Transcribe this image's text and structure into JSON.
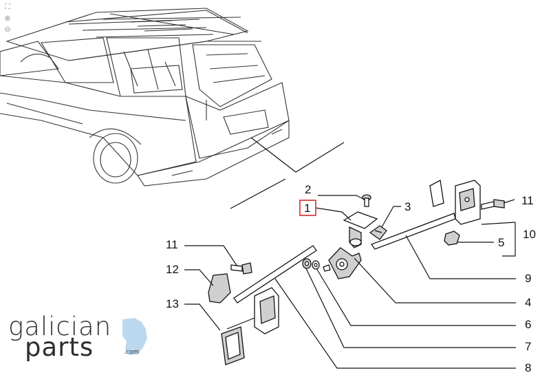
{
  "toolbar": {
    "fit_icon": "fit-screen-icon",
    "zoom_in_icon": "zoom-in-icon",
    "zoom_out_icon": "zoom-out-icon"
  },
  "callouts": {
    "c1": "1",
    "c2": "2",
    "c3": "3",
    "c4": "4",
    "c5": "5",
    "c6": "6",
    "c7": "7",
    "c8": "8",
    "c9": "9",
    "c10": "10",
    "c11a": "11",
    "c11b": "11",
    "c12": "12",
    "c13": "13"
  },
  "highlight_color": "#d62a2a",
  "logo": {
    "line1": "galician",
    "line2": "parts",
    "suffix": ".com"
  }
}
